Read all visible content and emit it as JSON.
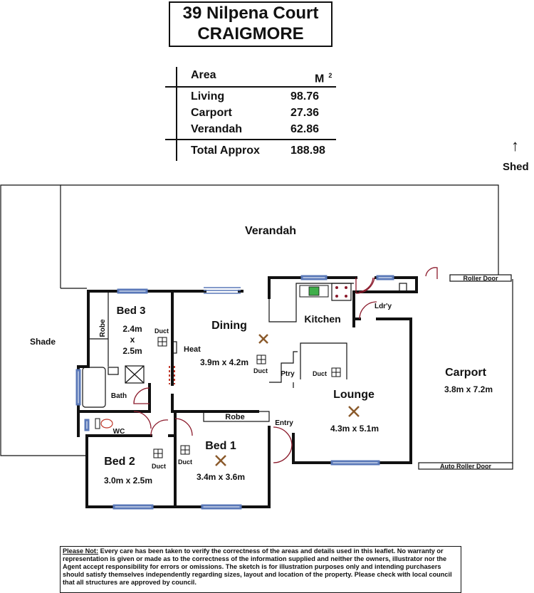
{
  "header": {
    "address_line1": "39 Nilpena Court",
    "address_line2": "CRAIGMORE"
  },
  "area_table": {
    "col_area": "Area",
    "col_unit": "M",
    "col_unit_sup": "2",
    "rows": [
      {
        "label": "Living",
        "value": "98.76"
      },
      {
        "label": "Carport",
        "value": "27.36"
      },
      {
        "label": "Verandah",
        "value": "62.86"
      }
    ],
    "total_label": "Total Approx",
    "total_value": "188.98"
  },
  "shed": {
    "label": "Shed",
    "arrow": "↑"
  },
  "rooms": {
    "verandah": "Verandah",
    "shade": "Shade",
    "bed3": {
      "name": "Bed 3",
      "dim1": "2.4m",
      "dim2": "x",
      "dim3": "2.5m"
    },
    "robe_bed3": "Robe",
    "dining": {
      "name": "Dining",
      "dim": "3.9m x 4.2m"
    },
    "heat": "Heat",
    "kitchen": "Kitchen",
    "laundry": "Ldr'y",
    "pantry": "Ptry",
    "lounge": {
      "name": "Lounge",
      "dim": "4.3m x 5.1m"
    },
    "carport": {
      "name": "Carport",
      "dim": "3.8m x 7.2m"
    },
    "roller_door": "Roller Door",
    "auto_roller_door": "Auto Roller Door",
    "bath": "Bath",
    "wc": "WC",
    "entry": "Entry",
    "robe_bed1": "Robe",
    "bed1": {
      "name": "Bed 1",
      "dim": "3.4m x 3.6m"
    },
    "bed2": {
      "name": "Bed 2",
      "dim": "3.0m x 2.5m"
    },
    "duct": "Duct"
  },
  "disclaimer": {
    "heading": "Please Not:",
    "text": " Every care has been taken to verify the correctness of the areas and details used in this leaflet. No warranty or representation is given or made as to the correctness of the information supplied and neither the owners, illustrator nor the Agent accept responsibility for errors or omissions. The sketch is for illustration purposes only and intending purchasers should satisfy themselves independently regarding sizes, layout and location of the property. Please check with local council that all structures are approved by council."
  },
  "colors": {
    "wall": "#111111",
    "door": "#8b1a2b",
    "window": "#5a78b8",
    "sink": "#3fae4a"
  }
}
